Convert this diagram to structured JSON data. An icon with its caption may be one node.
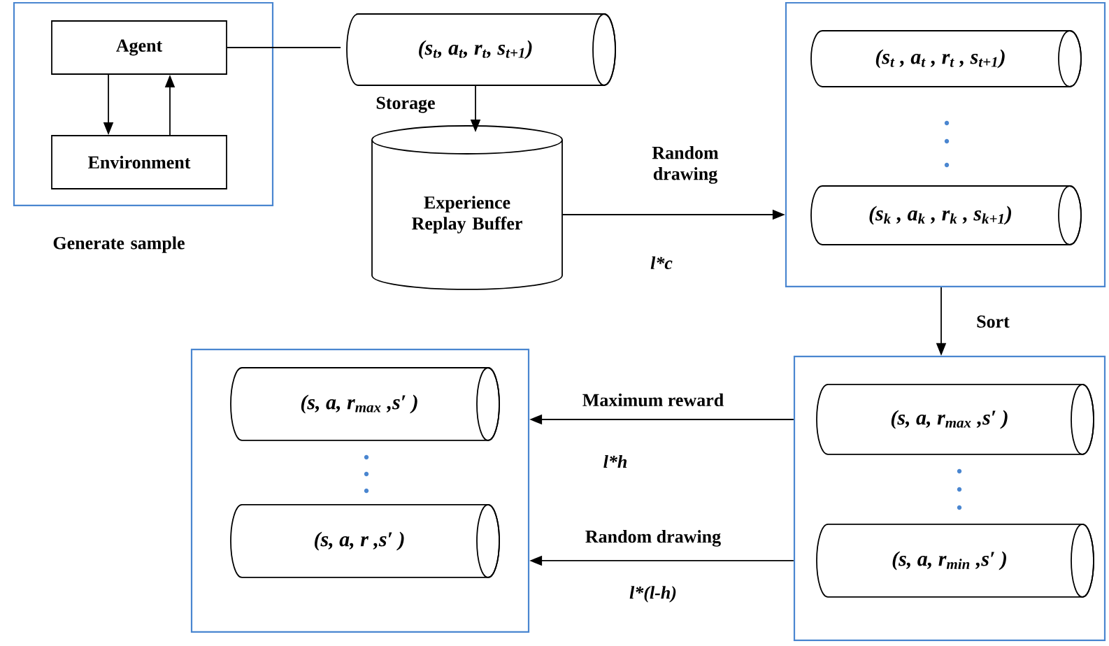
{
  "diagram": {
    "nodes": [
      {
        "text": [
          "Generate sample"
        ]
      },
      {
        "text": [
          "Agent"
        ],
        "in": 0
      },
      {
        "text": [
          "Environment"
        ],
        "in": 0
      },
      {
        "text": [
          "(s$_{t}$, a$_{t}$, r$_{t}$, s$_{t+1}$)"
        ]
      },
      {
        "text": [
          "Experience Replay Buffer"
        ]
      },
      {
        "text": [],
        "shape": "box"
      },
      {
        "text": [
          "(s$_{t}$ , a$_{t}$ , r$_{t}$ , s$_{t+1}$)"
        ],
        "in": 5
      },
      {
        "text": [
          "(s$_{k}$ , a$_{k}$ , r$_{k}$ , s$_{k+1}$)"
        ],
        "in": 5
      },
      {
        "text": [],
        "shape": "box"
      },
      {
        "text": [
          "(s, a, r$_{max}$ ,s′ )"
        ],
        "in": 8
      },
      {
        "text": [
          "(s, a, r$_{min}$ ,s′ )"
        ],
        "in": 8
      },
      {
        "text": [],
        "shape": "box"
      },
      {
        "text": [
          "(s, a, r$_{max}$ ,s′ )"
        ],
        "in": 11
      },
      {
        "text": [
          "(s, a, r ,s′ )"
        ],
        "in": 11
      }
    ],
    "edges": [
      {
        "from": 1,
        "to": 2,
        "arrow": "to"
      },
      {
        "from": 2,
        "to": 1,
        "arrow": "to"
      },
      {
        "from": 1,
        "to": 3,
        "arrow": "none"
      },
      {
        "from": 3,
        "to": 4,
        "arrow": "to",
        "label": "Storage"
      },
      {
        "from": 4,
        "to": 5,
        "arrow": "to",
        "label": "Random drawing"
      },
      {
        "from": 5,
        "to": 8,
        "arrow": "to",
        "label": "Sort"
      },
      {
        "from": 8,
        "to": 11,
        "arrow": "to",
        "label": "Maximum reward"
      },
      {
        "from": 8,
        "to": 11,
        "arrow": "to",
        "label": "Random drawing"
      }
    ],
    "labels": [
      "l*c",
      "l*h",
      "l*(l-h)"
    ]
  }
}
